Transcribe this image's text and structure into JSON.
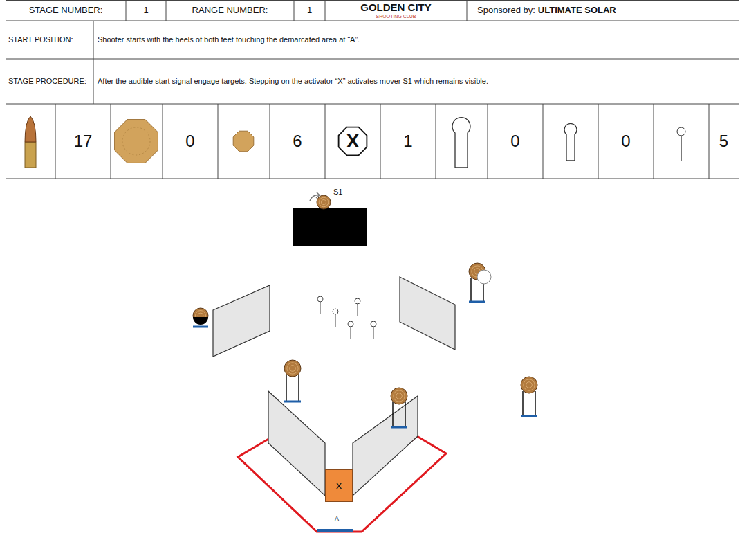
{
  "diagram": {
    "nodes": [
      {
        "text": [
          "X"
        ]
      },
      {
        "text": [
          "X"
        ]
      }
    ],
    "labels": [
      "STAGE NUMBER:",
      "1",
      "RANGE NUMBER:",
      "1",
      "GOLDEN CITY",
      "SHOOTING CLUB",
      "Sponsored by:",
      "ULTIMATE SOLAR",
      "START POSITION:",
      "Shooter starts with the heels of both feet touching the demarcated area at “A”.",
      "STAGE PROCEDURE:",
      "After the audible start signal engage targets. Stepping on the activator “X” activates mover S1 which remains visible.",
      "17",
      "0",
      "6",
      "1",
      "0",
      "0",
      "5",
      "S1",
      "A"
    ]
  }
}
